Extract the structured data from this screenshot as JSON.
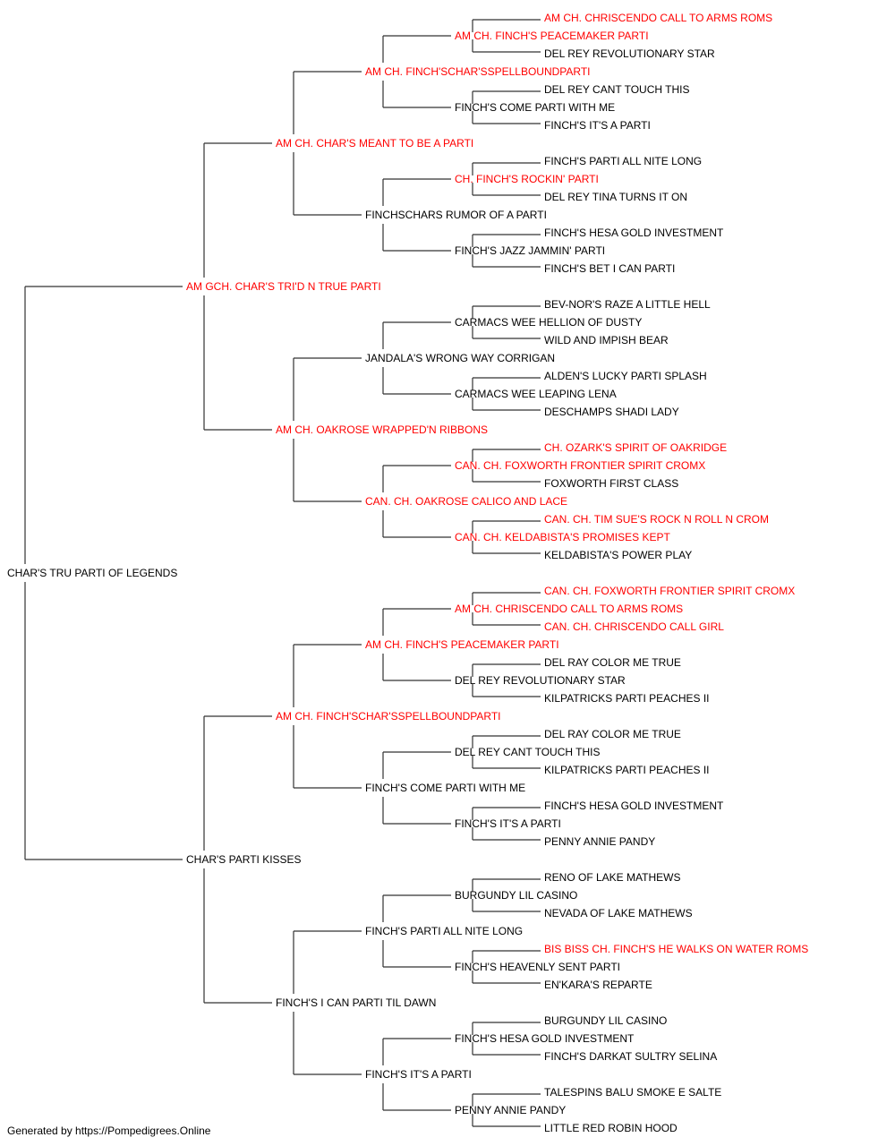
{
  "colors": {
    "champion": "#ff0000",
    "normal": "#000000",
    "line": "#333333"
  },
  "pedigree": {
    "name": "CHAR'S TRU PARTI OF LEGENDS",
    "champion": false,
    "sire": {
      "name": "AM GCH. CHAR'S TRI'D N TRUE PARTI",
      "champion": true,
      "sire": {
        "name": "AM CH. CHAR'S MEANT TO BE A PARTI",
        "champion": true,
        "sire": {
          "name": "AM CH. FINCH'SCHAR'SSPELLBOUNDPARTI",
          "champion": true,
          "sire": {
            "name": "AM CH. FINCH'S PEACEMAKER PARTI",
            "champion": true,
            "sire": {
              "name": "AM CH. CHRISCENDO CALL TO ARMS ROMS",
              "champion": true
            },
            "dam": {
              "name": "DEL REY REVOLUTIONARY STAR",
              "champion": false
            }
          },
          "dam": {
            "name": "FINCH'S COME PARTI WITH ME",
            "champion": false,
            "sire": {
              "name": "DEL REY CANT TOUCH THIS",
              "champion": false
            },
            "dam": {
              "name": "FINCH'S IT'S A PARTI",
              "champion": false
            }
          }
        },
        "dam": {
          "name": "FINCHSCHARS RUMOR OF A PARTI",
          "champion": false,
          "sire": {
            "name": "CH. FINCH'S ROCKIN' PARTI",
            "champion": true,
            "sire": {
              "name": "FINCH'S PARTI ALL NITE LONG",
              "champion": false
            },
            "dam": {
              "name": "DEL REY TINA TURNS IT ON",
              "champion": false
            }
          },
          "dam": {
            "name": "FINCH'S JAZZ JAMMIN' PARTI",
            "champion": false,
            "sire": {
              "name": "FINCH'S HESA GOLD INVESTMENT",
              "champion": false
            },
            "dam": {
              "name": "FINCH'S BET I CAN PARTI",
              "champion": false
            }
          }
        }
      },
      "dam": {
        "name": "AM CH. OAKROSE WRAPPED'N RIBBONS",
        "champion": true,
        "sire": {
          "name": "JANDALA'S WRONG WAY CORRIGAN",
          "champion": false,
          "sire": {
            "name": "CARMACS WEE HELLION OF DUSTY",
            "champion": false,
            "sire": {
              "name": "BEV-NOR'S RAZE A LITTLE HELL",
              "champion": false
            },
            "dam": {
              "name": "WILD AND IMPISH BEAR",
              "champion": false
            }
          },
          "dam": {
            "name": "CARMACS WEE LEAPING LENA",
            "champion": false,
            "sire": {
              "name": "ALDEN'S LUCKY PARTI SPLASH",
              "champion": false
            },
            "dam": {
              "name": "DESCHAMPS SHADI LADY",
              "champion": false
            }
          }
        },
        "dam": {
          "name": "CAN. CH. OAKROSE CALICO AND LACE",
          "champion": true,
          "sire": {
            "name": "CAN. CH. FOXWORTH FRONTIER SPIRIT CROMX",
            "champion": true,
            "sire": {
              "name": "CH. OZARK'S SPIRIT OF OAKRIDGE",
              "champion": true
            },
            "dam": {
              "name": "FOXWORTH FIRST CLASS",
              "champion": false
            }
          },
          "dam": {
            "name": "CAN. CH. KELDABISTA'S PROMISES KEPT",
            "champion": true,
            "sire": {
              "name": "CAN. CH. TIM SUE'S ROCK N ROLL N CROM",
              "champion": true
            },
            "dam": {
              "name": "KELDABISTA'S POWER PLAY",
              "champion": false
            }
          }
        }
      }
    },
    "dam": {
      "name": "CHAR'S PARTI KISSES",
      "champion": false,
      "sire": {
        "name": "AM CH. FINCH'SCHAR'SSPELLBOUNDPARTI",
        "champion": true,
        "sire": {
          "name": "AM CH. FINCH'S PEACEMAKER PARTI",
          "champion": true,
          "sire": {
            "name": "AM CH. CHRISCENDO CALL TO ARMS ROMS",
            "champion": true,
            "sire": {
              "name": "CAN. CH. FOXWORTH FRONTIER SPIRIT CROMX",
              "champion": true
            },
            "dam": {
              "name": "CAN. CH. CHRISCENDO CALL GIRL",
              "champion": true
            }
          },
          "dam": {
            "name": "DEL REY REVOLUTIONARY STAR",
            "champion": false,
            "sire": {
              "name": "DEL RAY COLOR ME TRUE",
              "champion": false
            },
            "dam": {
              "name": "KILPATRICKS PARTI PEACHES II",
              "champion": false
            }
          }
        },
        "dam": {
          "name": "FINCH'S COME PARTI WITH ME",
          "champion": false,
          "sire": {
            "name": "DEL REY CANT TOUCH THIS",
            "champion": false,
            "sire": {
              "name": "DEL RAY COLOR ME TRUE",
              "champion": false
            },
            "dam": {
              "name": "KILPATRICKS PARTI PEACHES II",
              "champion": false
            }
          },
          "dam": {
            "name": "FINCH'S IT'S A PARTI",
            "champion": false,
            "sire": {
              "name": "FINCH'S HESA GOLD INVESTMENT",
              "champion": false
            },
            "dam": {
              "name": "PENNY ANNIE PANDY",
              "champion": false
            }
          }
        }
      },
      "dam": {
        "name": "FINCH'S I CAN PARTI TIL DAWN",
        "champion": false,
        "sire": {
          "name": "FINCH'S PARTI ALL NITE LONG",
          "champion": false,
          "sire": {
            "name": "BURGUNDY LIL CASINO",
            "champion": false,
            "sire": {
              "name": "RENO OF LAKE MATHEWS",
              "champion": false
            },
            "dam": {
              "name": "NEVADA OF LAKE MATHEWS",
              "champion": false
            }
          },
          "dam": {
            "name": "FINCH'S HEAVENLY SENT PARTI",
            "champion": false,
            "sire": {
              "name": "BIS BISS CH. FINCH'S HE WALKS ON WATER ROMS",
              "champion": true
            },
            "dam": {
              "name": "EN'KARA'S REPARTE",
              "champion": false
            }
          }
        },
        "dam": {
          "name": "FINCH'S IT'S A PARTI",
          "champion": false,
          "sire": {
            "name": "FINCH'S HESA GOLD INVESTMENT",
            "champion": false,
            "sire": {
              "name": "BURGUNDY LIL CASINO",
              "champion": false
            },
            "dam": {
              "name": "FINCH'S DARKAT SULTRY SELINA",
              "champion": false
            }
          },
          "dam": {
            "name": "PENNY ANNIE PANDY",
            "champion": false,
            "sire": {
              "name": "TALESPINS BALU SMOKE E SALTE",
              "champion": false
            },
            "dam": {
              "name": "LITTLE RED ROBIN HOOD",
              "champion": false
            }
          }
        }
      }
    }
  },
  "footer": "Generated by https://Pompedigrees.Online"
}
